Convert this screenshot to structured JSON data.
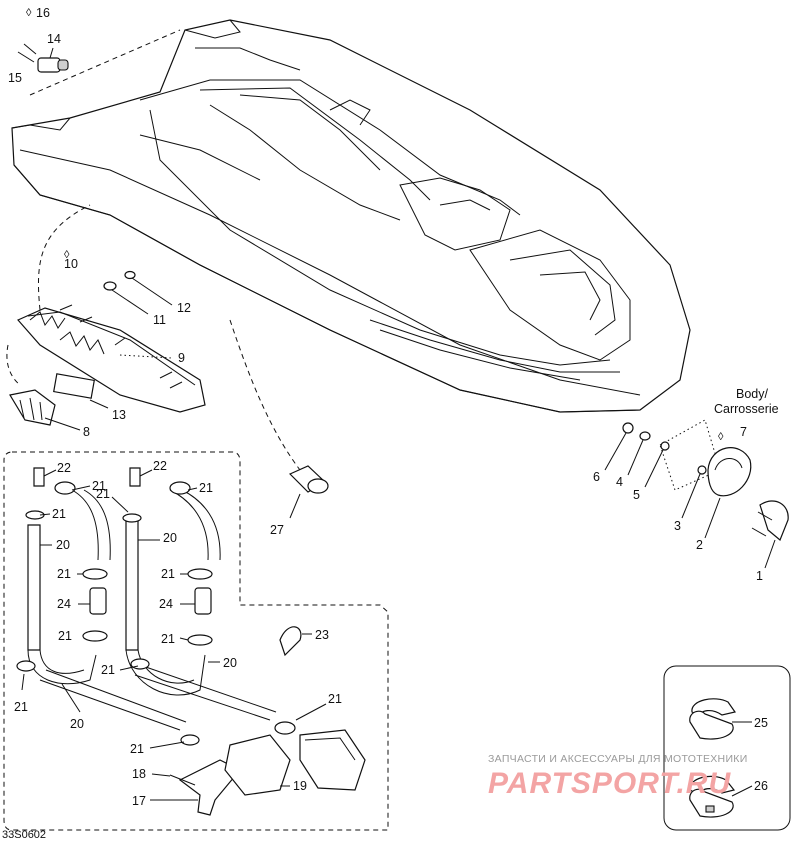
{
  "drawing_code": "33S0602",
  "body_label_line1": "Body/",
  "body_label_line2": "Carrosserie",
  "callouts": {
    "c1": "1",
    "c2": "2",
    "c3": "3",
    "c4": "4",
    "c5": "5",
    "c6": "6",
    "c7": "7",
    "c8": "8",
    "c9": "9",
    "c10": "10",
    "c11": "11",
    "c12": "12",
    "c13": "13",
    "c14": "14",
    "c15": "15",
    "c16": "16",
    "c17": "17",
    "c18": "18",
    "c19": "19",
    "c20a": "20",
    "c20b": "20",
    "c20c": "20",
    "c20d": "20",
    "c21a": "21",
    "c21b": "21",
    "c21c": "21",
    "c21d": "21",
    "c21e": "21",
    "c21f": "21",
    "c21g": "21",
    "c21h": "21",
    "c21i": "21",
    "c21j": "21",
    "c21k": "21",
    "c22a": "22",
    "c22b": "22",
    "c23": "23",
    "c24a": "24",
    "c24b": "24",
    "c25": "25",
    "c26": "26",
    "c27": "27"
  },
  "watermark": {
    "tagline": "ЗАПЧАСТИ И АКСЕССУАРЫ ДЛЯ МОТОТЕХНИКИ",
    "brand": "PARTSPORT.RU"
  }
}
